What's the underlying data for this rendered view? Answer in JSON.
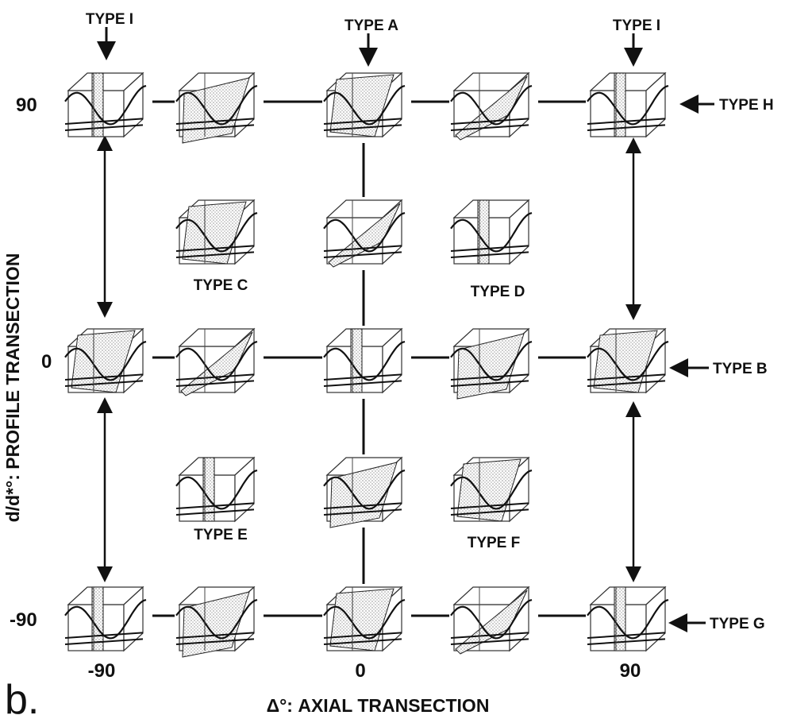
{
  "figure": {
    "panel_label": "b.",
    "x_axis_title": "Δ°: AXIAL TRANSECTION",
    "y_axis_title": "d/d*°: PROFILE TRANSECTION",
    "x_ticks": [
      "-90",
      "0",
      "90"
    ],
    "y_ticks": [
      "90",
      "0",
      "-90"
    ],
    "type_labels": {
      "top_left": "TYPE I",
      "top_center": "TYPE A",
      "top_right": "TYPE I",
      "right_top": "TYPE H",
      "right_middle": "TYPE B",
      "right_bottom": "TYPE G",
      "inner_upper_left": "TYPE C",
      "inner_upper_right": "TYPE D",
      "inner_lower_left": "TYPE E",
      "inner_lower_right": "TYPE F"
    },
    "grid": {
      "columns": 5,
      "rows": 5
    }
  }
}
